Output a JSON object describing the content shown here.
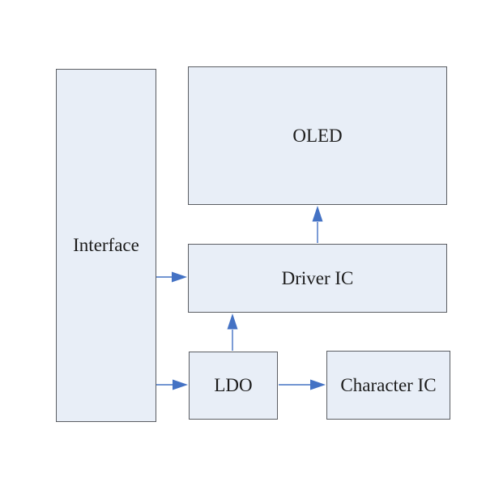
{
  "diagram_type": "block-diagram",
  "nodes": {
    "interface": {
      "label": "Interface"
    },
    "oled": {
      "label": "OLED"
    },
    "driver_ic": {
      "label": "Driver IC"
    },
    "ldo": {
      "label": "LDO"
    },
    "character_ic": {
      "label": "Character IC"
    }
  },
  "edges": [
    {
      "from": "Interface",
      "to": "Driver IC",
      "direction": "right"
    },
    {
      "from": "Interface",
      "to": "LDO",
      "direction": "right"
    },
    {
      "from": "LDO",
      "to": "Driver IC",
      "direction": "up"
    },
    {
      "from": "Driver IC",
      "to": "OLED",
      "direction": "up"
    },
    {
      "from": "LDO",
      "to": "Character IC",
      "direction": "right"
    }
  ],
  "colors": {
    "background": "#ffffff",
    "node_fill": "#e8eef7",
    "node_border": "#5b5e63",
    "arrow": "#4472c4",
    "text": "#1c1c1c"
  }
}
